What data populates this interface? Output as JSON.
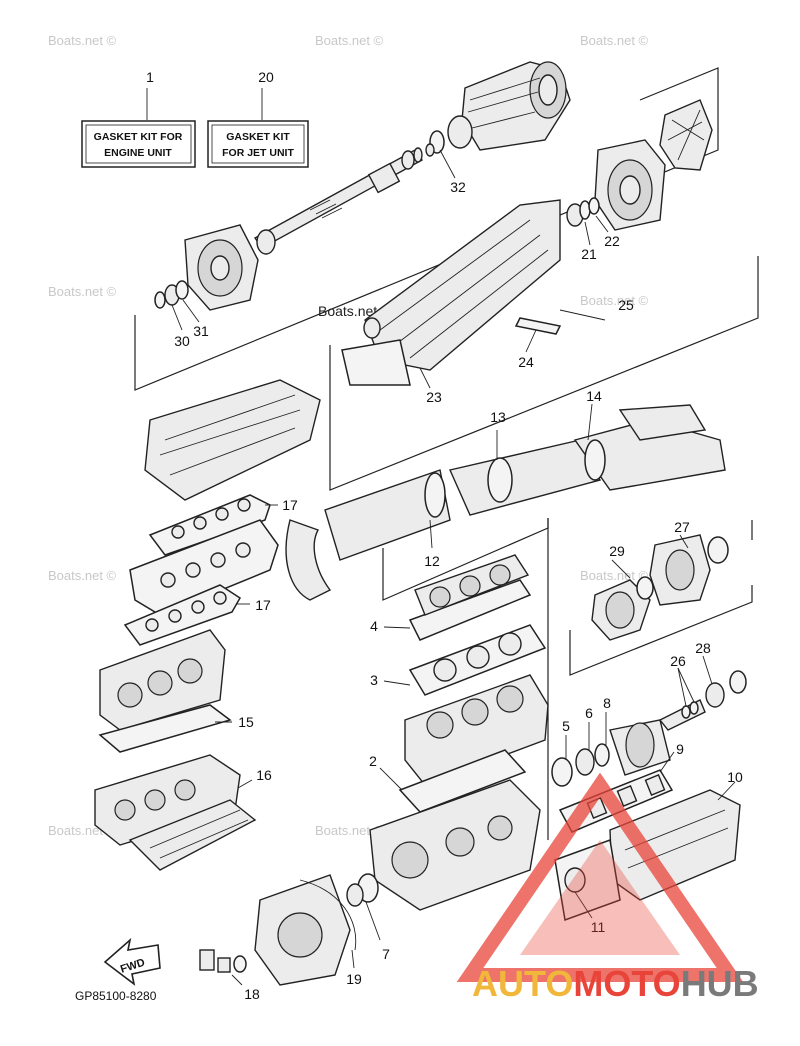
{
  "watermark": "Boats.net ©",
  "kits": {
    "engine": {
      "number": "1",
      "line1": "GASKET KIT FOR",
      "line2": "ENGINE UNIT"
    },
    "jet": {
      "number": "20",
      "line1": "GASKET KIT",
      "line2": "FOR JET UNIT"
    }
  },
  "callouts": {
    "n2": "2",
    "n3": "3",
    "n4": "4",
    "n5": "5",
    "n6": "6",
    "n7": "7",
    "n8": "8",
    "n9": "9",
    "n10": "10",
    "n11": "11",
    "n12": "12",
    "n13": "13",
    "n14": "14",
    "n15": "15",
    "n16": "16",
    "n17a": "17",
    "n17b": "17",
    "n18": "18",
    "n19": "19",
    "n21": "21",
    "n22": "22",
    "n23": "23",
    "n24": "24",
    "n25": "25",
    "n26": "26",
    "n27": "27",
    "n28": "28",
    "n29": "29",
    "n30": "30",
    "n31": "31",
    "n32": "32"
  },
  "fwd_label": "FWD",
  "diagram_code": "GP85100-8280",
  "logo": {
    "part1": "AUTO",
    "part2": "MOTO",
    "part3": "HUB",
    "colors": {
      "auto": "#f0b73a",
      "moto": "#e8443a",
      "hub": "#7a7a7a",
      "triangle": "#e8443a"
    }
  }
}
